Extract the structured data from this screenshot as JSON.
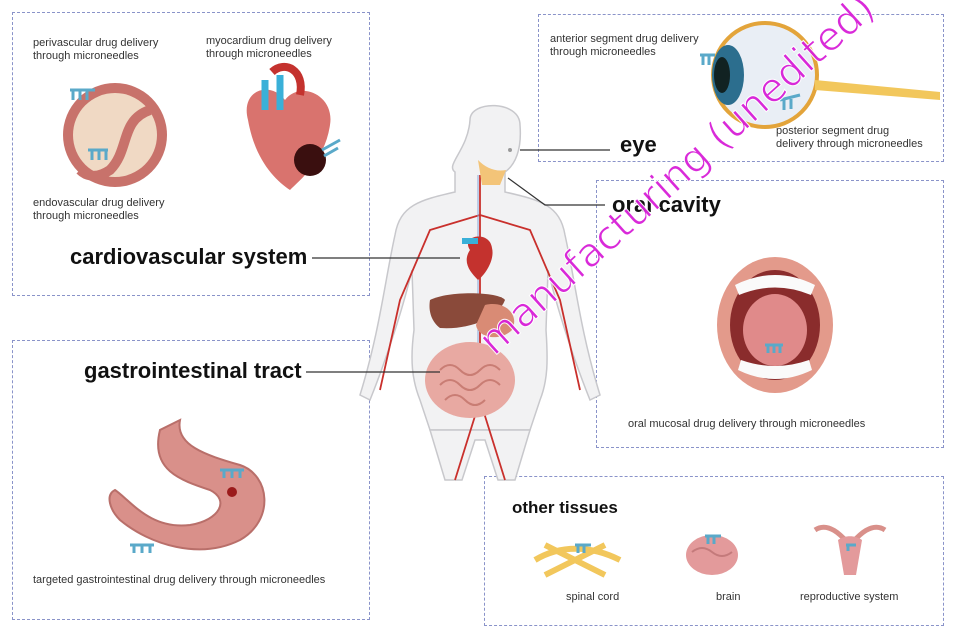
{
  "labels": {
    "perivascular": "perivascular drug delivery\nthrough microneedles",
    "myocardium": "myocardium drug delivery\nthrough microneedles",
    "endovascular": "endovascular drug delivery\nthrough microneedles",
    "cardiovascular": "cardiovascular system",
    "anterior": "anterior segment drug delivery\nthrough microneedles",
    "posterior": "posterior segment drug\ndelivery through microneedles",
    "eye": "eye",
    "oral_cavity": "oral cavity",
    "oral_mucosal": "oral mucosal drug delivery through microneedles",
    "gastrointestinal": "gastrointestinal tract",
    "gi_targeted": "targeted gastrointestinal drug delivery through microneedles",
    "other_tissues": "other tissues",
    "spinal_cord": "spinal cord",
    "brain": "brain",
    "reproductive": "reproductive system"
  },
  "watermark": "manufacturing (unedited)",
  "colors": {
    "panel_border": "#8a93c9",
    "watermark": "#d81fd8",
    "needle": "#5aa9c9"
  }
}
